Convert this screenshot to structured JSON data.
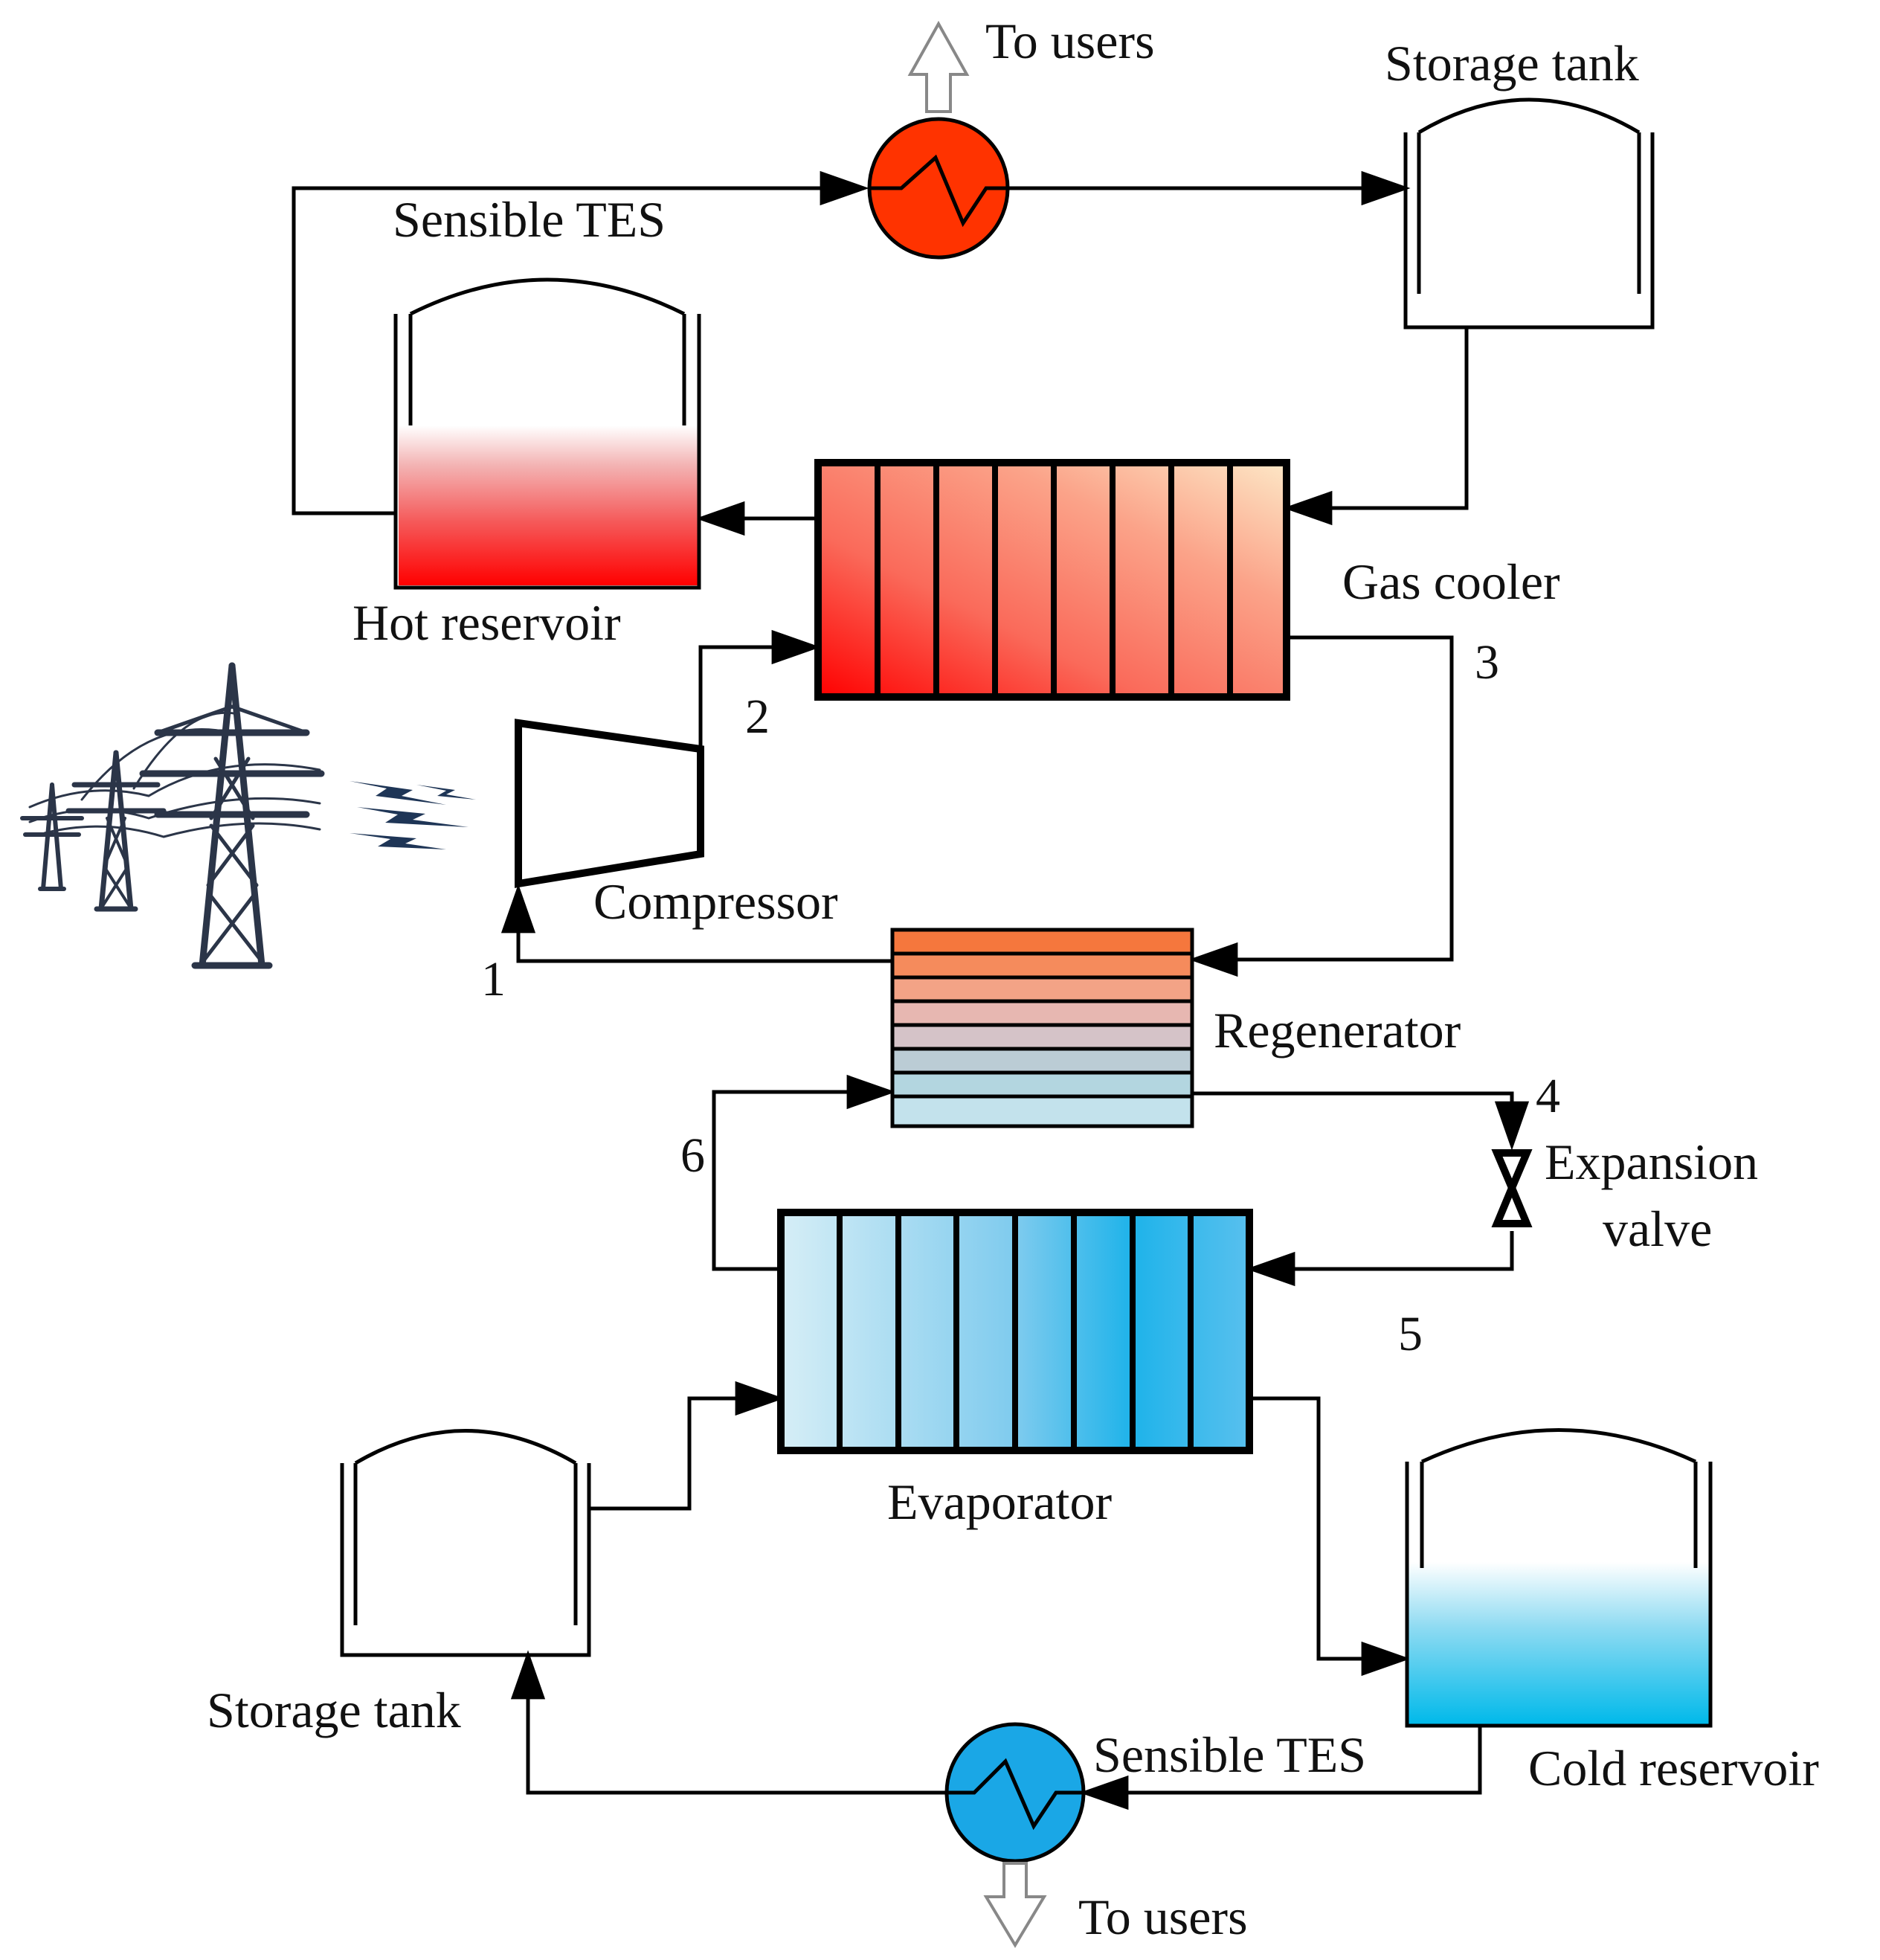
{
  "labels": {
    "to_users_top": "To users",
    "storage_tank_top": "Storage tank",
    "sensible_tes_top": "Sensible TES",
    "hot_reservoir": "Hot reservoir",
    "gas_cooler": "Gas cooler",
    "compressor": "Compressor",
    "regenerator": "Regenerator",
    "expansion_valve_line1": "Expansion",
    "expansion_valve_line2": "valve",
    "evaporator": "Evaporator",
    "storage_tank_bottom": "Storage tank",
    "sensible_tes_bottom": "Sensible TES",
    "cold_reservoir": "Cold reservoir",
    "to_users_bottom": "To users"
  },
  "state_points": [
    "1",
    "2",
    "3",
    "4",
    "5",
    "6"
  ],
  "colors": {
    "hot_exchanger": "#ff3300",
    "cold_exchanger": "#1aa7e6",
    "hot_reservoir_fluid": "#ff0000",
    "cold_reservoir_fluid": "#00bbee",
    "line": "#000000",
    "tower": "#2b3548",
    "lightning": "#1e3556"
  },
  "icons": {
    "power_grid": "transmission-tower-icon",
    "electricity": "lightning-bolt-icon"
  }
}
